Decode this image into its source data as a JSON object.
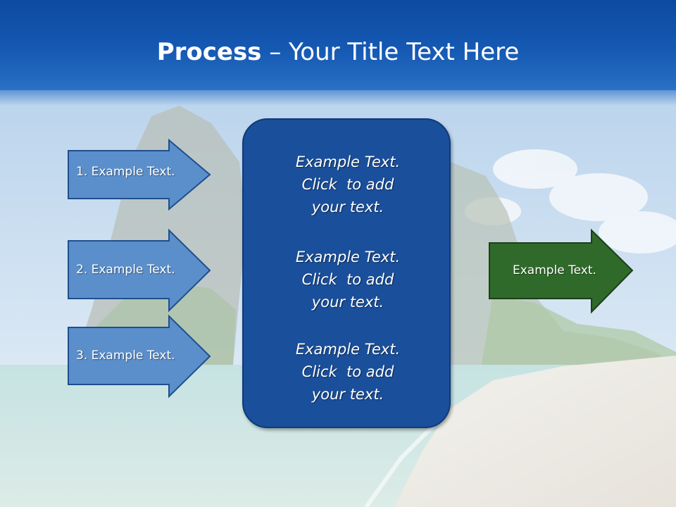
{
  "slide": {
    "title_bold": "Process",
    "title_rest": " – Your Title Text Here"
  },
  "left_steps": [
    {
      "label": "1. Example Text."
    },
    {
      "label": "2. Example Text."
    },
    {
      "label": "3. Example Text."
    }
  ],
  "center_box": {
    "paragraphs": [
      {
        "lines": [
          "Example Text.",
          "Click  to add",
          "your text."
        ]
      },
      {
        "lines": [
          "Example Text.",
          "Click  to add",
          "your text."
        ]
      },
      {
        "lines": [
          "Example Text.",
          "Click  to add",
          "your text."
        ]
      }
    ]
  },
  "output_arrow": {
    "label": "Example Text."
  },
  "colors": {
    "header": "#1559b3",
    "step_arrow_fill": "#5b8fcb",
    "step_arrow_border": "#1f4e8c",
    "center_box_fill": "#1a4f9b",
    "output_arrow_fill": "#2f6a2a"
  }
}
